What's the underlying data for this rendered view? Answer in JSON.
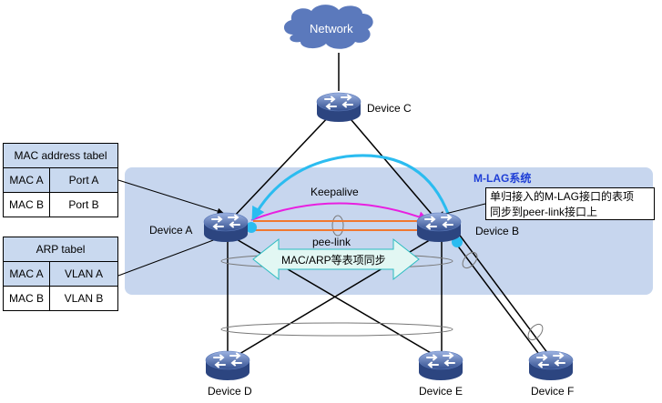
{
  "network_label": "Network",
  "system_label": "M-LAG系统",
  "keepalive_label": "Keepalive",
  "peerlink_label": "pee-link",
  "sync_label": "MAC/ARP等表项同步",
  "callout": {
    "line1": "单归接入的M-LAG接口的表项",
    "line2": "同步到peer-link接口上"
  },
  "devices": {
    "a": "Device A",
    "b": "Device B",
    "c": "Device C",
    "d": "Device D",
    "e": "Device E",
    "f": "Device F"
  },
  "mac_table": {
    "title": "MAC address tabel",
    "rows": [
      [
        "MAC A",
        "Port A"
      ],
      [
        "MAC B",
        "Port B"
      ]
    ]
  },
  "arp_table": {
    "title": "ARP tabel",
    "rows": [
      [
        "MAC A",
        "VLAN A"
      ],
      [
        "MAC B",
        "VLAN B"
      ]
    ]
  },
  "colors": {
    "system_area": "#c7d6ee",
    "system_label": "#1f3fd6",
    "keepalive": "#e81fe0",
    "sync_arrow": "#2bbcf0",
    "peer_link": "#f07830",
    "sync_bar_fill": "#e2f7f3",
    "sync_bar_stroke": "#2bbcc0",
    "device": "#3f5f9f",
    "cloud": "#5b79bc"
  },
  "icons": [
    "cloud-icon",
    "switch-icon"
  ]
}
